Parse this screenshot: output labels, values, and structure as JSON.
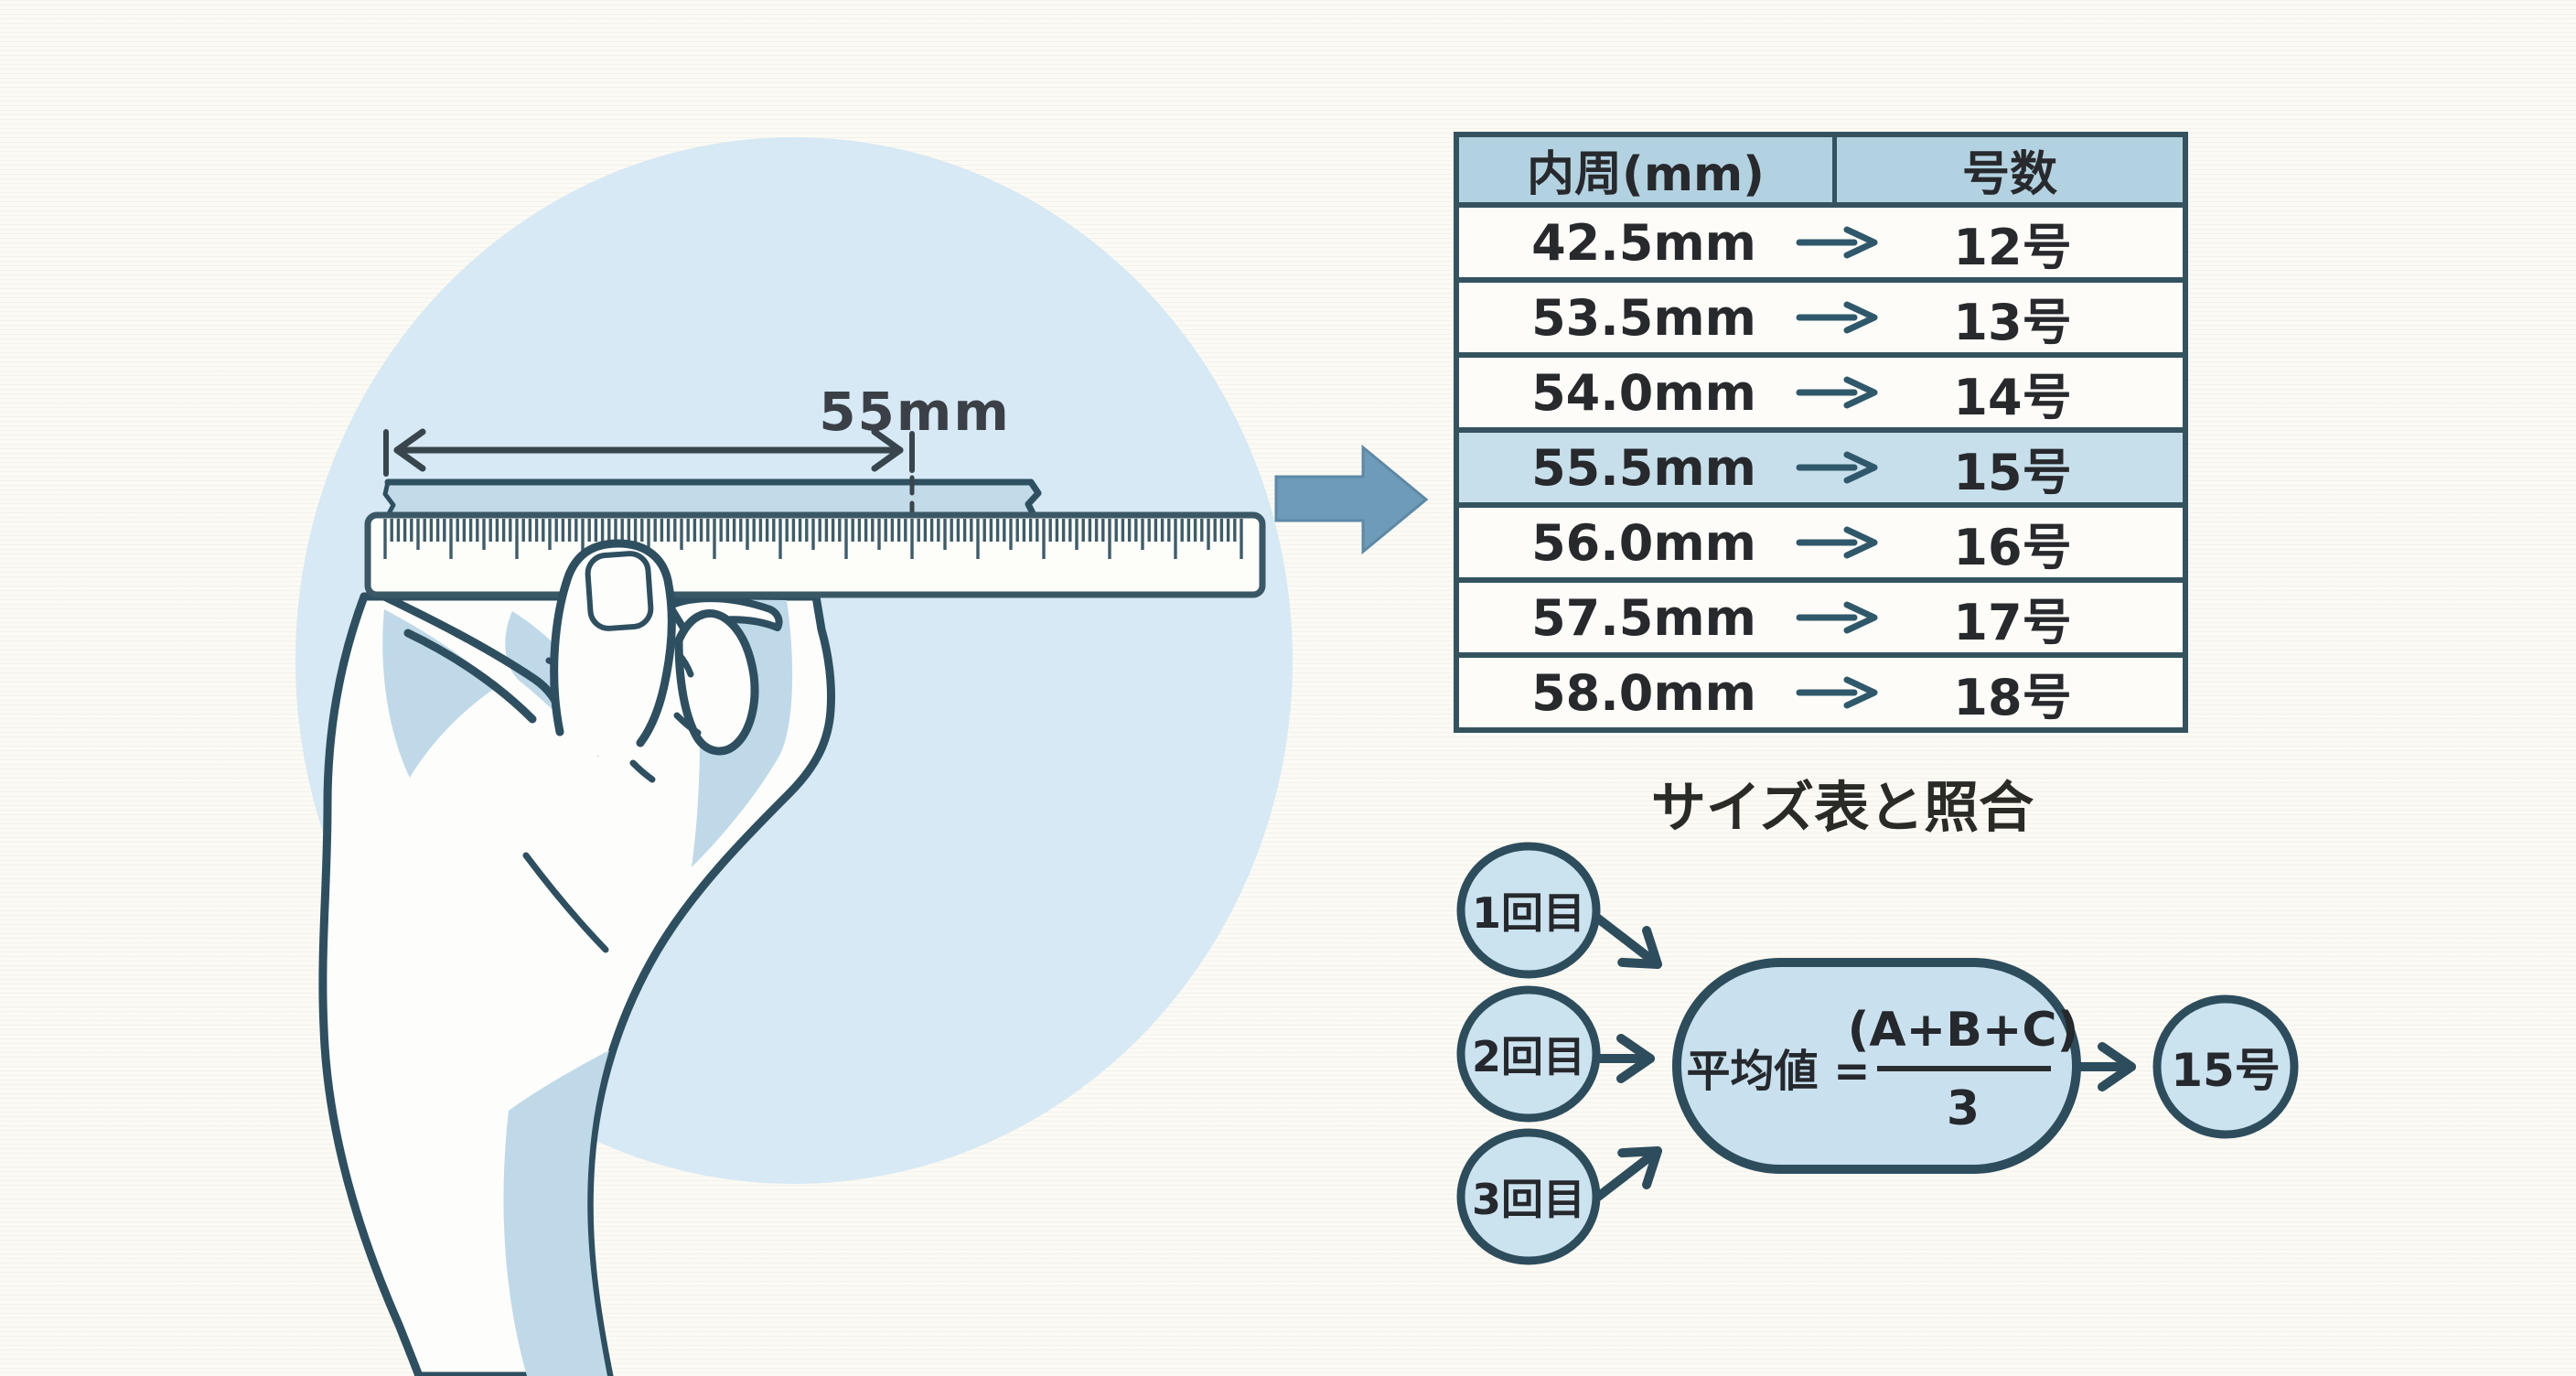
{
  "illustration": {
    "measurement_label": "55mm"
  },
  "table": {
    "headers": [
      "内周(mm)",
      "号数"
    ],
    "rows": [
      {
        "circumference": "42.5mm",
        "size": "12号",
        "highlighted": false
      },
      {
        "circumference": "53.5mm",
        "size": "13号",
        "highlighted": false
      },
      {
        "circumference": "54.0mm",
        "size": "14号",
        "highlighted": false
      },
      {
        "circumference": "55.5mm",
        "size": "15号",
        "highlighted": true
      },
      {
        "circumference": "56.0mm",
        "size": "16号",
        "highlighted": false
      },
      {
        "circumference": "57.5mm",
        "size": "17号",
        "highlighted": false
      },
      {
        "circumference": "58.0mm",
        "size": "18号",
        "highlighted": false
      }
    ],
    "caption": "サイズ表と照合"
  },
  "flow": {
    "inputs": [
      {
        "label": "1回目"
      },
      {
        "label": "2回目"
      },
      {
        "label": "3回目"
      }
    ],
    "formula": {
      "label": "平均値 =",
      "numerator": "(A+B+C)",
      "denominator": "3"
    },
    "result": "15号"
  },
  "colors": {
    "background": "#fbfaf4",
    "circle_background": "#d6e9f4",
    "strip_blue": "#c3dbe8",
    "accent_arrow_blue": "#6d9bb8",
    "table_header_blue": "#b3d2e1",
    "highlight_row_blue": "#c6dfeb",
    "node_fill_blue": "#cbe2ef",
    "outline_slate": "#2e4f60",
    "text_dark": "#26292c"
  }
}
